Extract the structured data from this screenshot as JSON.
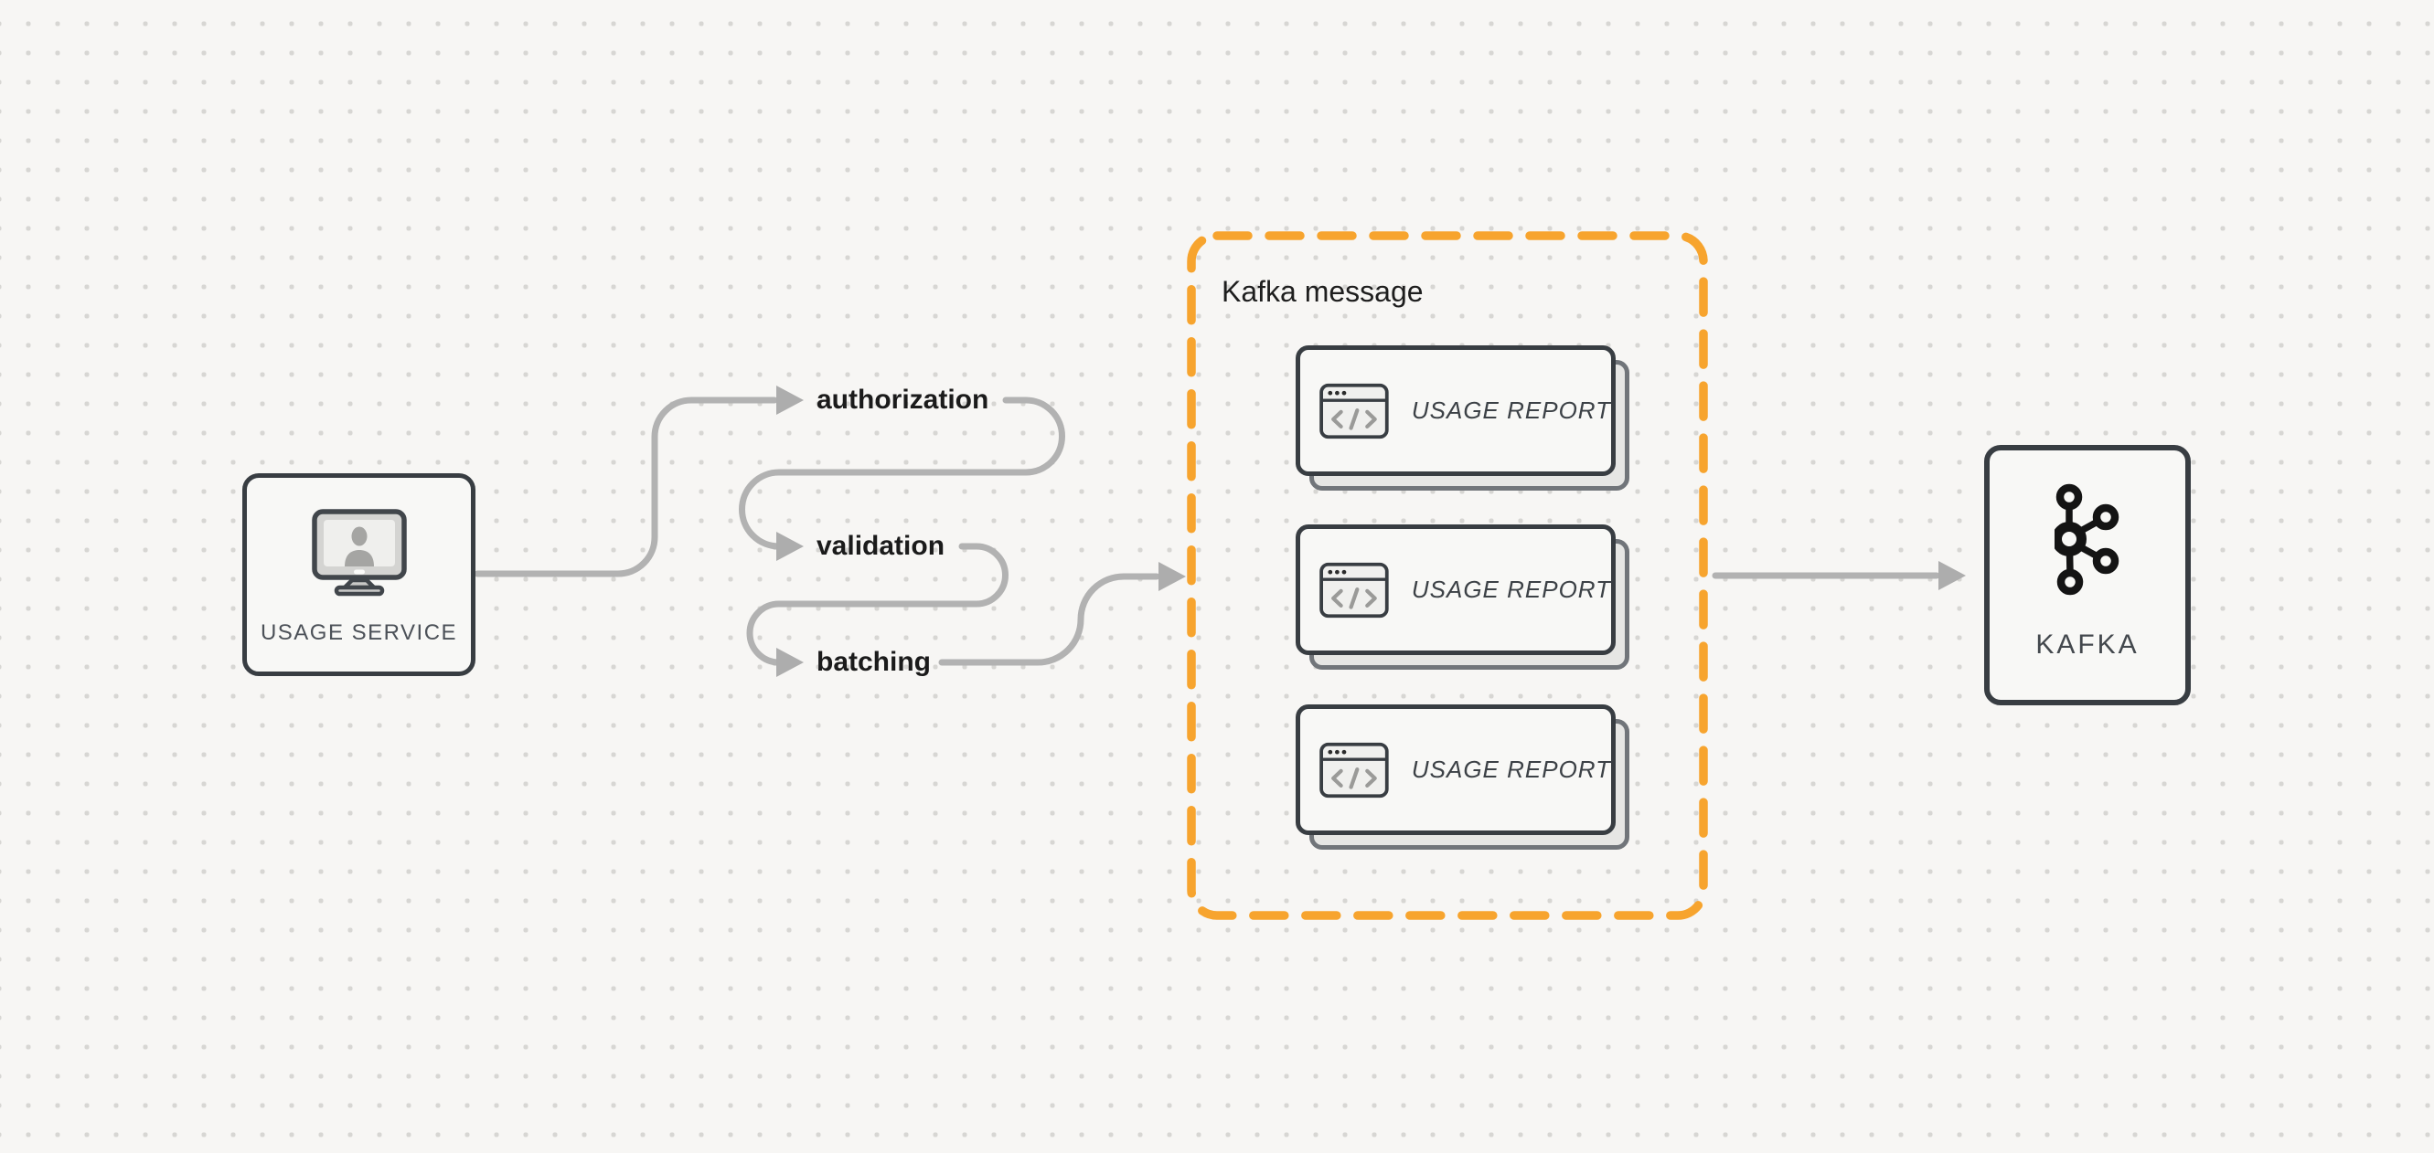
{
  "nodes": {
    "usage_service": {
      "label": "USAGE SERVICE",
      "icon": "monitor-user-icon"
    },
    "kafka": {
      "label": "KAFKA",
      "icon": "kafka-logo-icon"
    }
  },
  "steps": [
    {
      "label": "authorization"
    },
    {
      "label": "validation"
    },
    {
      "label": "batching"
    }
  ],
  "kafka_message": {
    "title": "Kafka message",
    "cards": [
      {
        "label": "USAGE REPORT",
        "icon": "browser-code-icon"
      },
      {
        "label": "USAGE REPORT",
        "icon": "browser-code-icon"
      },
      {
        "label": "USAGE REPORT",
        "icon": "browser-code-icon"
      }
    ]
  },
  "colors": {
    "background": "#f7f6f4",
    "dot_grid": "#d7d6d3",
    "node_border": "#383d42",
    "node_fill": "#f8f8f6",
    "connector_gray": "#b2b2b2",
    "accent_orange": "#f7a42e",
    "card_shadow_fill": "#e6e6e4",
    "card_shadow_border": "#71757a",
    "step_label_text": "#1b1b1b",
    "usage_service_text": "#4c5158",
    "kafka_text": "#43484d",
    "card_text": "#3c4146"
  }
}
